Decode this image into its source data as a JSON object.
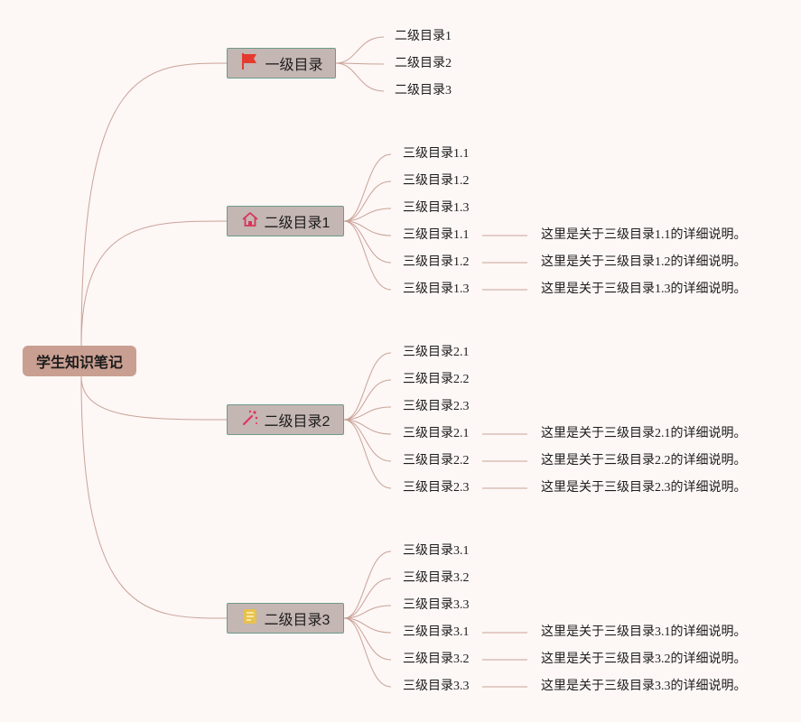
{
  "root": {
    "label": "学生知识笔记"
  },
  "branches": [
    {
      "label": "一级目录",
      "icon": "red-flag-icon",
      "children": [
        "二级目录1",
        "二级目录2",
        "二级目录3"
      ]
    },
    {
      "label": "二级目录1",
      "icon": "home-icon",
      "children": [
        "三级目录1.1",
        "三级目录1.2",
        "三级目录1.3",
        "三级目录1.1",
        "三级目录1.2",
        "三级目录1.3"
      ],
      "notes": [
        "这里是关于三级目录1.1的详细说明。",
        "这里是关于三级目录1.2的详细说明。",
        "这里是关于三级目录1.3的详细说明。"
      ]
    },
    {
      "label": "二级目录2",
      "icon": "magic-wand-icon",
      "children": [
        "三级目录2.1",
        "三级目录2.2",
        "三级目录2.3",
        "三级目录2.1",
        "三级目录2.2",
        "三级目录2.3"
      ],
      "notes": [
        "这里是关于三级目录2.1的详细说明。",
        "这里是关于三级目录2.2的详细说明。",
        "这里是关于三级目录2.3的详细说明。"
      ]
    },
    {
      "label": "二级目录3",
      "icon": "notebook-icon",
      "children": [
        "三级目录3.1",
        "三级目录3.2",
        "三级目录3.3",
        "三级目录3.1",
        "三级目录3.2",
        "三级目录3.3"
      ],
      "notes": [
        "这里是关于三级目录3.1的详细说明。",
        "这里是关于三级目录3.2的详细说明。",
        "这里是关于三级目录3.3的详细说明。"
      ]
    }
  ],
  "colors": {
    "background": "#fdf7f6",
    "root_fill": "#c99f92",
    "branch_fill": "#c4b6b3",
    "branch_border": "#6e9a88",
    "connector": "#c9a397",
    "flag": "#e53a2f",
    "home": "#d9345a",
    "wand": "#e0355f",
    "notebook": "#e8c24e"
  }
}
